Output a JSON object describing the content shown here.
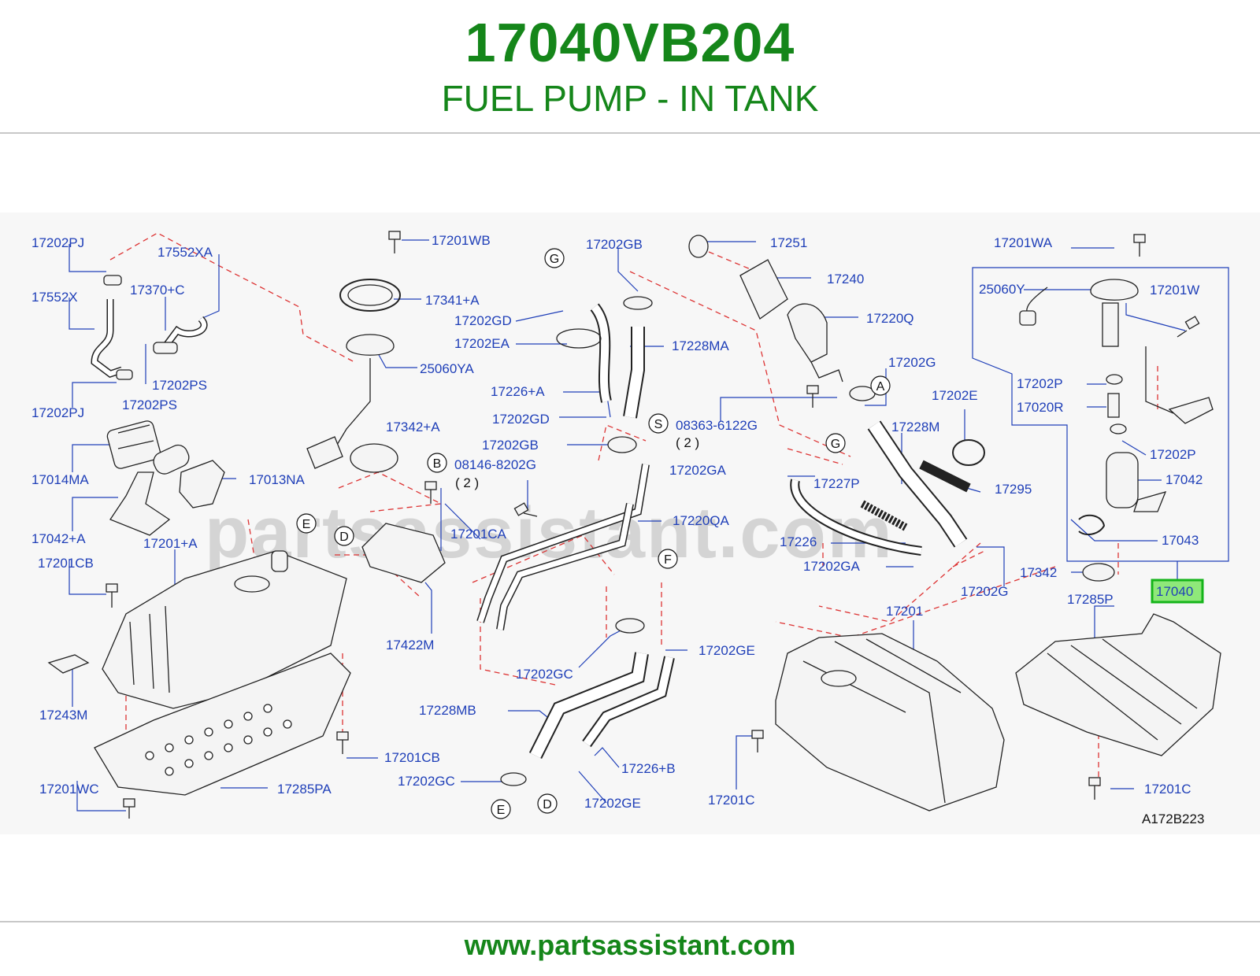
{
  "header": {
    "part_number": "17040VB204",
    "part_name": "FUEL PUMP - IN TANK"
  },
  "diagram": {
    "watermark": "partsassistant.com",
    "code": "A172B223",
    "highlighted_part": "17040",
    "labels": {
      "l01": "17202PJ",
      "l02": "17552XA",
      "l03": "17552X",
      "l04": "17370+C",
      "l05": "17202PS",
      "l06": "17202PJ",
      "l07": "17202PS",
      "l08": "17014MA",
      "l09": "17013NA",
      "l10": "17042+A",
      "l11": "17201CB",
      "l12": "17201+A",
      "l13": "17243M",
      "l14": "17201WC",
      "l15": "17285PA",
      "l16": "17201CB",
      "l17": "17201WB",
      "l18": "17341+A",
      "l19": "25060YA",
      "l20": "17342+A",
      "l21": "08146-8202G",
      "l22": "( 2 )",
      "l23": "17201CA",
      "l24": "17422M",
      "l25": "17202GB",
      "l26": "17202GD",
      "l27": "17202EA",
      "l28": "17228MA",
      "l29": "17226+A",
      "l30": "17202GD",
      "l31": "17202GB",
      "l32": "08363-6122G",
      "l33": "( 2 )",
      "l34": "17220QA",
      "l35": "17202GC",
      "l36": "17202GE",
      "l37": "17228MB",
      "l38": "17226+B",
      "l39": "17202GC",
      "l40": "17202GE",
      "l41": "17251",
      "l42": "17240",
      "l43": "17220Q",
      "l44": "17202G",
      "l45": "17202E",
      "l46": "17228M",
      "l47": "17202GA",
      "l48": "17227P",
      "l49": "17295",
      "l50": "17226",
      "l51": "17202GA",
      "l52": "17202G",
      "l53": "17201",
      "l54": "17201C",
      "l55": "17201WA",
      "l56": "25060Y",
      "l57": "17201W",
      "l58": "17202P",
      "l59": "17020R",
      "l60": "17202P",
      "l61": "17042",
      "l62": "17043",
      "l63": "17342",
      "l64": "17285P",
      "l65": "17201C"
    },
    "circle_letters": {
      "c1": "G",
      "c2": "B",
      "c3": "S",
      "c4": "E",
      "c5": "D",
      "c6": "F",
      "c7": "E",
      "c8": "D",
      "c9": "A",
      "c10": "G"
    }
  },
  "footer": {
    "url": "www.partsassistant.com"
  }
}
